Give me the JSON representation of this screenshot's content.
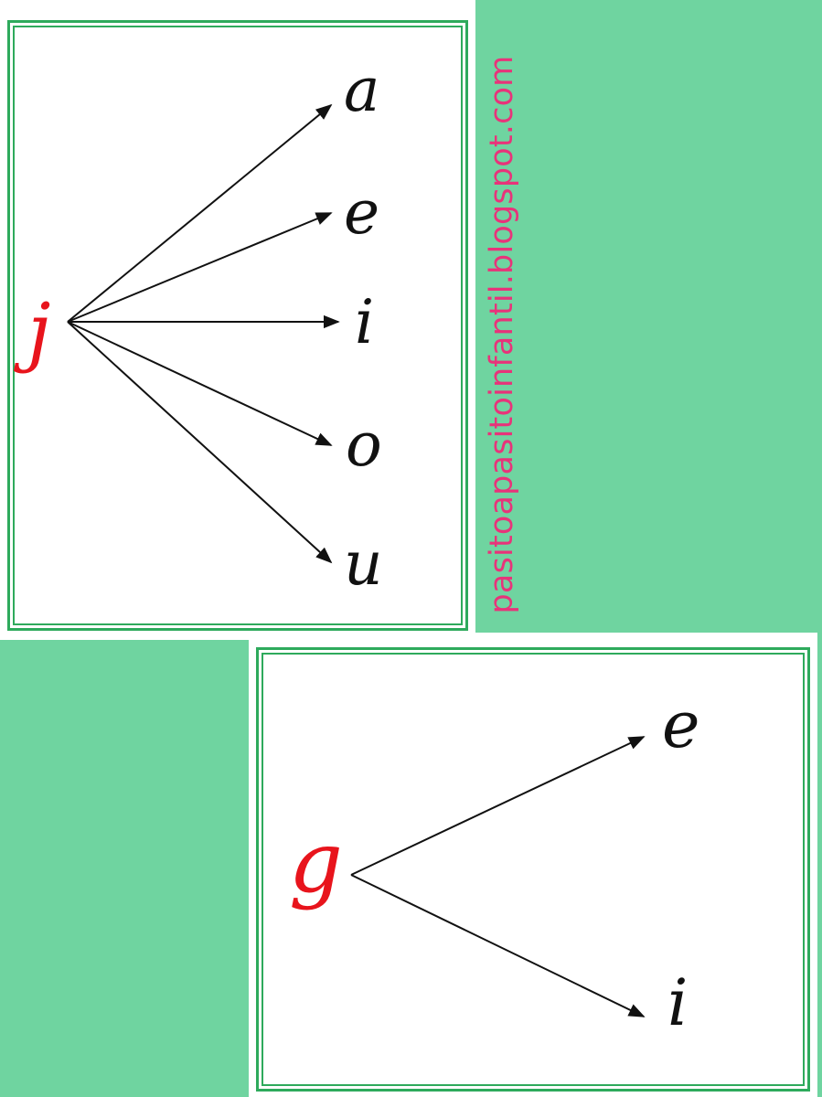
{
  "cards": [
    {
      "name": "card-j",
      "source": "j",
      "targets": [
        "a",
        "e",
        "i",
        "o",
        "u"
      ]
    },
    {
      "name": "card-g",
      "source": "g",
      "targets": [
        "e",
        "i"
      ]
    }
  ],
  "watermark": "pasitoapasitoinfantil.blogspot.com",
  "colors": {
    "background": "#6fd4a0",
    "frame": "#2eaa5c",
    "source_letter": "#e8141c",
    "target_letter": "#111111",
    "watermark": "#e8337a",
    "arrow": "#111111"
  }
}
